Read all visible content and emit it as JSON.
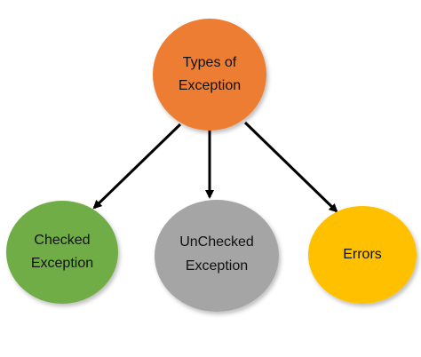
{
  "diagram": {
    "root": {
      "lines": [
        "Types of",
        "Exception"
      ],
      "color": "#ED7D31"
    },
    "children": [
      {
        "id": "checked",
        "lines": [
          "Checked",
          "Exception"
        ],
        "color": "#70AD47"
      },
      {
        "id": "unchecked",
        "lines": [
          "UnChecked",
          "Exception"
        ],
        "color": "#A5A5A5"
      },
      {
        "id": "errors",
        "lines": [
          "Errors"
        ],
        "color": "#FFC000"
      }
    ],
    "edges": [
      {
        "from": "root",
        "to": "checked"
      },
      {
        "from": "root",
        "to": "unchecked"
      },
      {
        "from": "root",
        "to": "errors"
      }
    ]
  }
}
